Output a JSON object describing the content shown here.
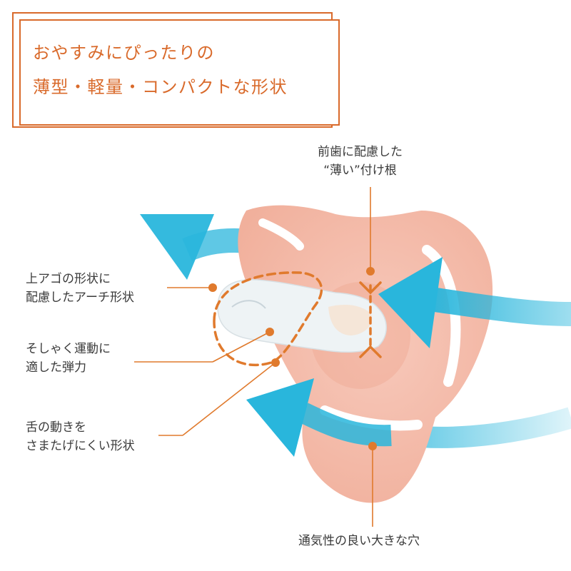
{
  "headline": {
    "line1": "おやすみにぴったりの",
    "line2": "薄型・軽量・コンパクトな形状"
  },
  "callouts": {
    "front_teeth": {
      "line1": "前歯に配慮した",
      "line2": "“薄い”付け根"
    },
    "arch": {
      "line1": "上アゴの形状に",
      "line2": "配慮したアーチ形状"
    },
    "elasticity": {
      "line1": "そしゃく運動に",
      "line2": "適した弾力"
    },
    "tongue": {
      "line1": "舌の動きを",
      "line2": "さまたげにくい形状"
    },
    "holes": {
      "line1": "通気性の良い大きな穴"
    }
  },
  "colors": {
    "accent": "#d96a2b",
    "shield": "#f6c2b2",
    "airflow": "#29b6dc",
    "nipple": "#eef3f5"
  },
  "icons": [
    "airflow-arrow-icon",
    "pacifier-illustration"
  ]
}
